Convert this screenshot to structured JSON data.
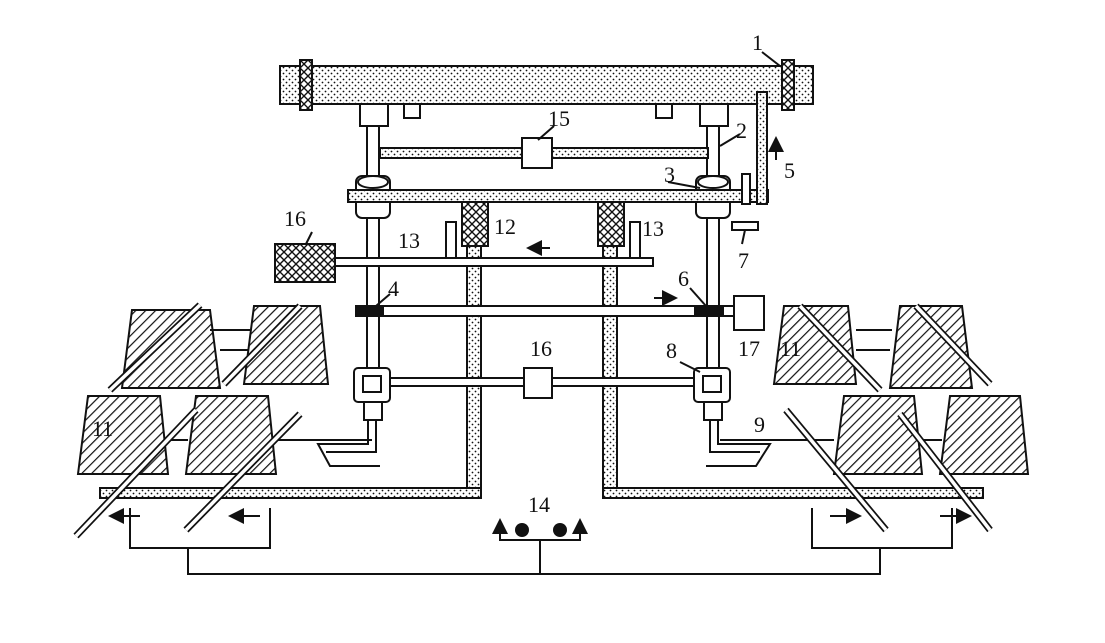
{
  "labels": {
    "l1": "1",
    "l2": "2",
    "l3": "3",
    "l4": "4",
    "l5": "5",
    "l6": "6",
    "l7": "7",
    "l8": "8",
    "l9": "9",
    "l11a": "11",
    "l11b": "11",
    "l12": "12",
    "l13a": "13",
    "l13b": "13",
    "l14": "14",
    "l15": "15",
    "l16a": "16",
    "l16b": "16",
    "l17": "17"
  },
  "colors": {
    "ink": "#111111",
    "paper": "#ffffff"
  }
}
